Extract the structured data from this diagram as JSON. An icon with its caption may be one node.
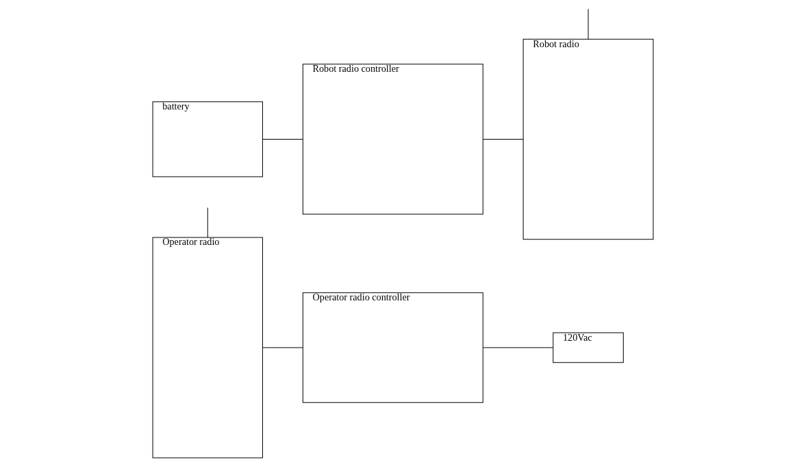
{
  "diagram": {
    "nodes": [
      {
        "text": [
          "Operator radio"
        ]
      },
      {
        "text": [
          "Operator radio controller"
        ]
      },
      {
        "text": [
          "120Vac"
        ]
      },
      {
        "text": [
          "Robot radio"
        ]
      },
      {
        "text": [
          "Robot radio controller"
        ]
      },
      {
        "text": [
          "battery"
        ]
      }
    ],
    "edges": [
      {
        "from": 0,
        "to": null,
        "arrow": "none"
      },
      {
        "from": 0,
        "to": 1,
        "arrow": "none"
      },
      {
        "from": 1,
        "to": 2,
        "arrow": "none"
      },
      {
        "from": 3,
        "to": null,
        "arrow": "none"
      },
      {
        "from": 4,
        "to": 3,
        "arrow": "none"
      },
      {
        "from": 5,
        "to": 4,
        "arrow": "none"
      }
    ]
  }
}
